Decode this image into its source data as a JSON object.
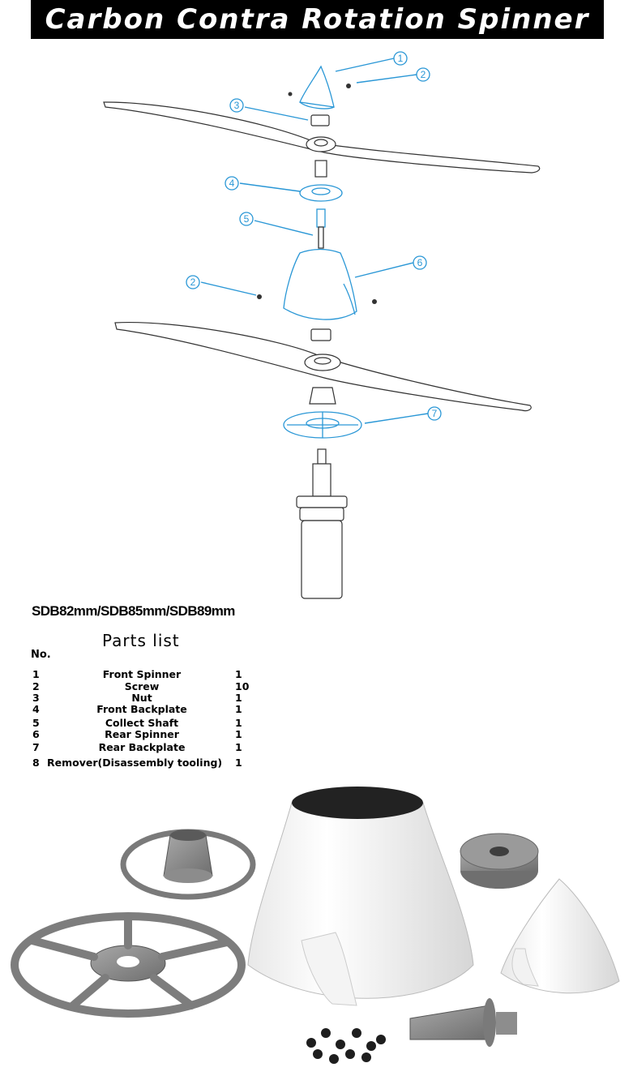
{
  "header": {
    "title": "Carbon Contra Rotation Spinner"
  },
  "model": "SDB82mm/SDB85mm/SDB89mm",
  "parts": {
    "title": "Parts list",
    "no_label": "No.",
    "items": [
      {
        "no": "1",
        "name": "Front Spinner",
        "qty": "1"
      },
      {
        "no": "2",
        "name": "Screw",
        "qty": "10"
      },
      {
        "no": "3",
        "name": "Nut",
        "qty": "1"
      },
      {
        "no": "4",
        "name": "Front Backplate",
        "qty": "1"
      },
      {
        "no": "5",
        "name": "Collect Shaft",
        "qty": "1"
      },
      {
        "no": "6",
        "name": "Rear Spinner",
        "qty": "1"
      },
      {
        "no": "7",
        "name": "Rear Backplate",
        "qty": "1"
      },
      {
        "no": "8",
        "name": "Remover(Disassembly tooling)",
        "qty": "1"
      }
    ]
  },
  "callouts": [
    "1",
    "2",
    "3",
    "4",
    "5",
    "6",
    "2",
    "7"
  ],
  "colors": {
    "accent": "#2a97d6",
    "banner": "#000000",
    "line": "#333333",
    "gray": "#8a8a8a"
  }
}
